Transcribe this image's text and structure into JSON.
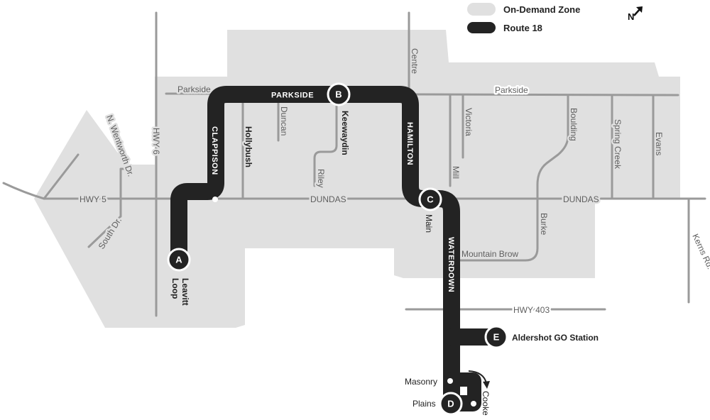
{
  "colors": {
    "zone": "#e0e0e0",
    "route": "#232323",
    "road": "#9a9a9a",
    "label": "#5f5f5f"
  },
  "legend": {
    "zone_label": "On-Demand Zone",
    "route_label": "Route 18"
  },
  "north": {
    "label": "N"
  },
  "roads": {
    "parkside_west": "Parkside",
    "parkside_east": "Parkside",
    "centre": "Centre",
    "duncan": "Duncan",
    "hollybush": "Hollybush",
    "keewaydin": "Keewaydin",
    "riley": "Riley",
    "victoria": "Victoria",
    "mill": "Mill",
    "boulding": "Boulding",
    "spring_creek": "Spring Creek",
    "evans": "Evans",
    "hwy6": "HWY 6",
    "hwy5": "HWY 5",
    "n_wentworth": "N. Wentworth Dr.",
    "south_dr": "South Dr.",
    "dundas_west": "DUNDAS",
    "dundas_east": "DUNDAS",
    "main": "Main",
    "burke": "Burke",
    "mountain_brow": "Mountain Brow",
    "kerns": "Kerns Rd.",
    "hwy403": "HWY 403"
  },
  "route_segments": {
    "parkside": "PARKSIDE",
    "clappison": "CLAPPISON",
    "hamilton": "HAMILTON",
    "waterdown": "WATERDOWN"
  },
  "stops": {
    "A": {
      "letter": "A",
      "name_line1": "Leavitt",
      "name_line2": "Loop"
    },
    "B": {
      "letter": "B"
    },
    "C": {
      "letter": "C"
    },
    "D": {
      "letter": "D",
      "name": "Plains"
    },
    "E": {
      "letter": "E",
      "name": "Aldershot GO Station"
    }
  },
  "minor_stops": {
    "masonry": "Masonry",
    "cooke": "Cooke"
  }
}
